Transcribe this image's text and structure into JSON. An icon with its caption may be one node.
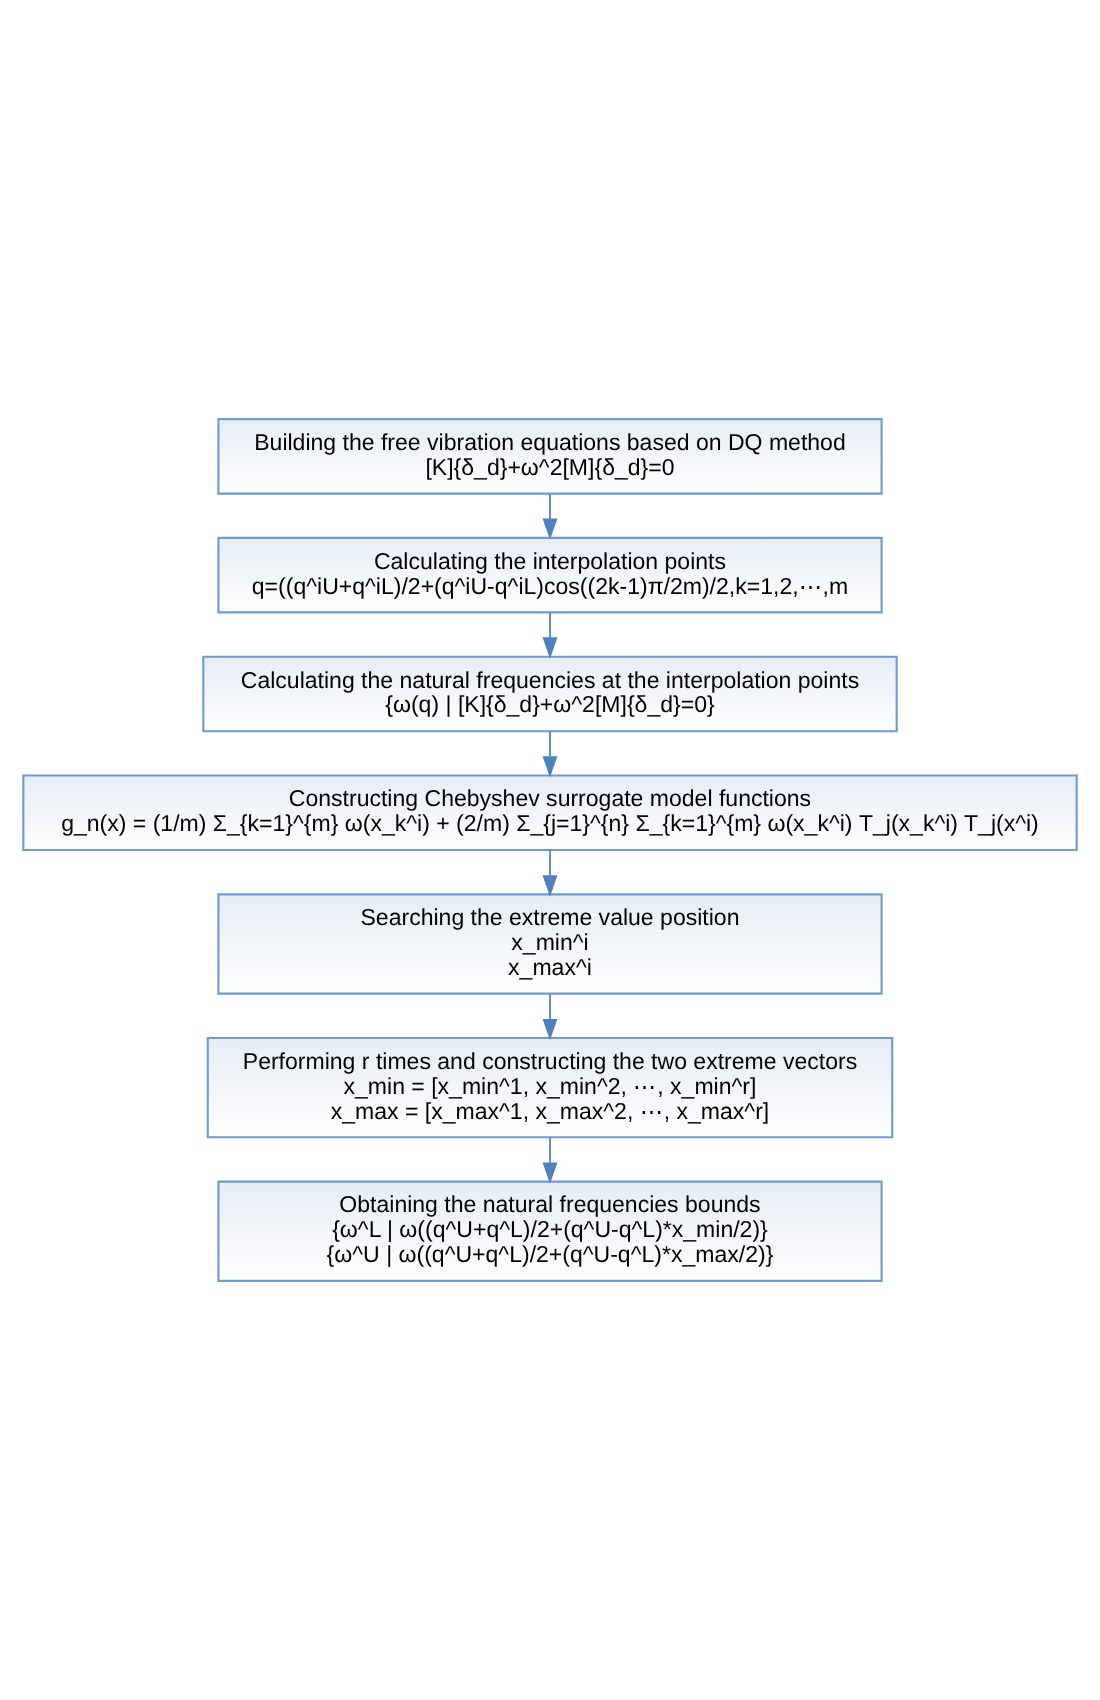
{
  "diagram": {
    "nodes": [
      {
        "text": [
          "Building the free vibration equations based on DQ method",
          "[K]{δ_d}+ω^2[M]{δ_d}=0"
        ]
      },
      {
        "text": [
          "Calculating the interpolation points",
          "q=((q^iU+q^iL)/2+(q^iU-q^iL)cos((2k-1)π/2m)/2,k=1,2,⋯,m"
        ]
      },
      {
        "text": [
          "Calculating the natural frequencies at the interpolation points",
          "{ω(q) | [K]{δ_d}+ω^2[M]{δ_d}=0}"
        ]
      },
      {
        "text": [
          "Constructing Chebyshev surrogate model functions",
          "g_n(x) = (1/m) Σ_{k=1}^{m} ω(x_k^i) + (2/m) Σ_{j=1}^{n} Σ_{k=1}^{m} ω(x_k^i) T_j(x_k^i) T_j(x^i)"
        ]
      },
      {
        "text": [
          "Searching the extreme value position",
          "x_min^i",
          "x_max^i"
        ]
      },
      {
        "text": [
          "Performing r times and constructing the two extreme vectors",
          "x_min = [x_min^1, x_min^2, ⋯, x_min^r]",
          "x_max = [x_max^1, x_max^2, ⋯, x_max^r]"
        ]
      },
      {
        "text": [
          "Obtaining the natural frequencies bounds",
          "{ω^L | ω((q^U+q^L)/2+(q^U-q^L)*x_min/2)}",
          "{ω^U | ω((q^U+q^L)/2+(q^U-q^L)*x_max/2)}"
        ]
      }
    ],
    "edges": [
      {
        "from": 0,
        "to": 1,
        "arrow": "to"
      },
      {
        "from": 1,
        "to": 2,
        "arrow": "to"
      },
      {
        "from": 2,
        "to": 3,
        "arrow": "to"
      },
      {
        "from": 3,
        "to": 4,
        "arrow": "to"
      },
      {
        "from": 4,
        "to": 5,
        "arrow": "to"
      },
      {
        "from": 5,
        "to": 6,
        "arrow": "to"
      }
    ]
  }
}
